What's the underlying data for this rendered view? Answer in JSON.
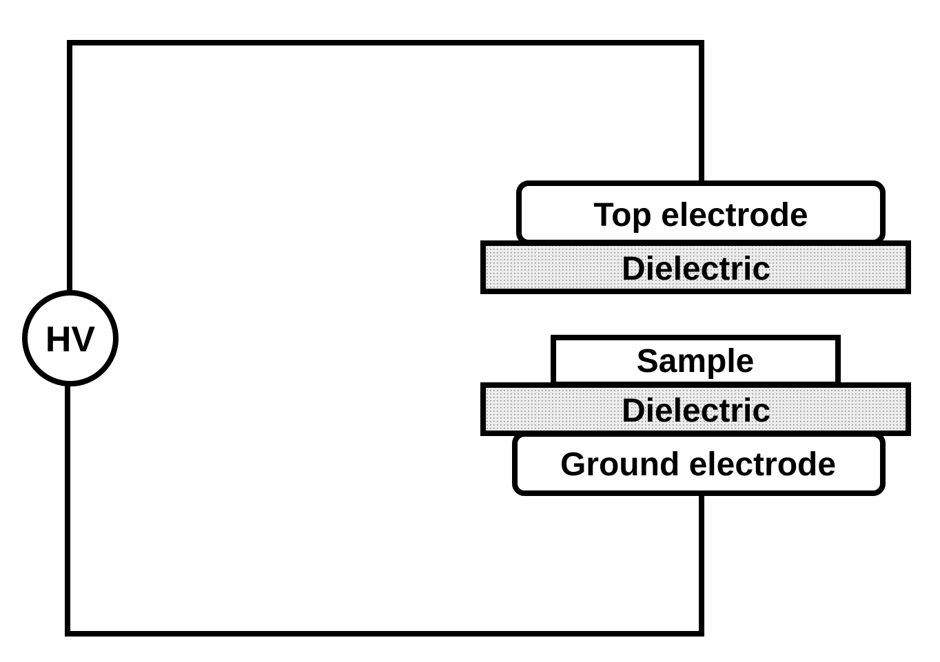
{
  "source": {
    "label": "HV"
  },
  "components": {
    "top_electrode": {
      "label": "Top electrode"
    },
    "top_dielectric": {
      "label": "Dielectric"
    },
    "sample": {
      "label": "Sample"
    },
    "bottom_dielectric": {
      "label": "Dielectric"
    },
    "ground_electrode": {
      "label": "Ground electrode"
    }
  },
  "colors": {
    "line": "#000000",
    "background": "#ffffff",
    "dielectric_fill": "#e6e6e6",
    "dielectric_dots": "#9a9a9a"
  }
}
